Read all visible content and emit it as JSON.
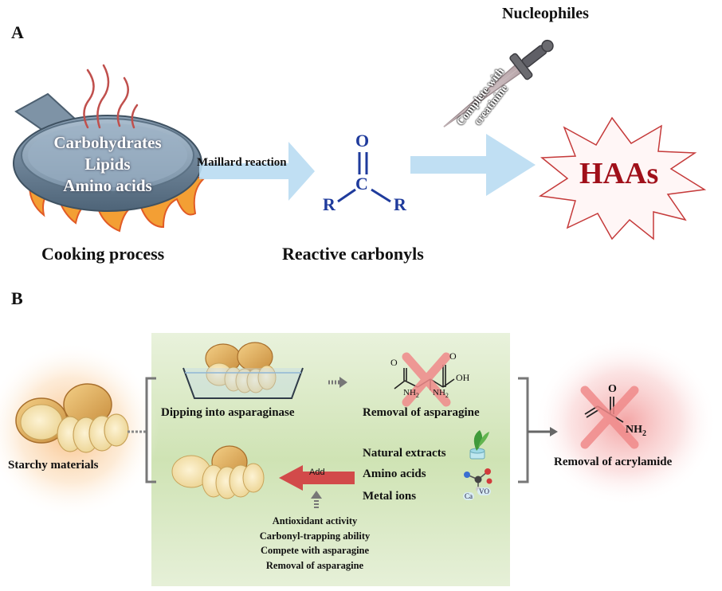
{
  "panel_a": {
    "label": "A",
    "pan_line1": "Carbohydrates",
    "pan_line2": "Lipids",
    "pan_line3": "Amino acids",
    "cooking_label": "Cooking process",
    "maillard_label": "Maillard reaction",
    "carbonyl_o": "O",
    "carbonyl_c": "C",
    "carbonyl_r1": "R",
    "carbonyl_r2": "R",
    "carbonyl_label": "Reactive carbonyls",
    "nucleophiles_label": "Nucleophiles",
    "sword_text_line1": "Complete with",
    "sword_text_line2": "creatinine",
    "haas_label": "HAAs"
  },
  "panel_b": {
    "label": "B",
    "starchy_label": "Starchy materials",
    "dipping_label": "Dipping into asparaginase",
    "asparagine_removal_label": "Removal of asparagine",
    "asn_o": "O",
    "asn_oh": "OH",
    "asn_nh2_left": "NH",
    "asn_nh2_right": "NH",
    "sub2": "2",
    "additives": [
      "Natural extracts",
      "Amino acids",
      "Metal ions"
    ],
    "add_label": "Add",
    "ion_ca": "Ca",
    "ion_vo": "VO",
    "mechanisms": [
      "Antioxidant activity",
      "Carbonyl-trapping ability",
      "Compete with asparagine",
      "Removal of asparagine"
    ],
    "acrylamide_o": "O",
    "acrylamide_nh2": "NH",
    "acrylamide_label": "Removal of acrylamide"
  },
  "colors": {
    "carbonyl_blue": "#1f3b9c",
    "haas_red": "#a0101a",
    "green_panel": "#d4e6bd",
    "arrow_light_blue": "#b9dbf2",
    "add_arrow_red": "#d24a4a",
    "cross_pink": "#f08a8a"
  }
}
